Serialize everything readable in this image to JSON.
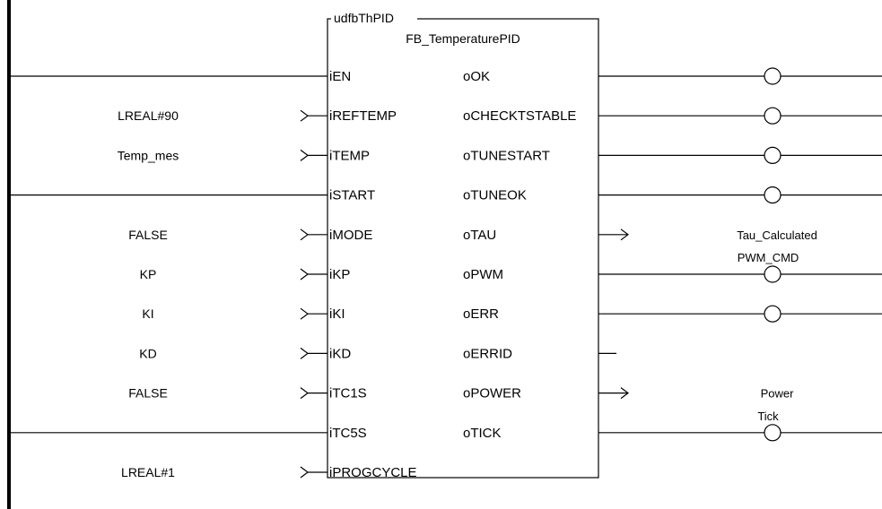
{
  "block": {
    "instance_name": "udfbThPID",
    "type_name": "FB_TemperaturePID"
  },
  "inputs": [
    {
      "pin": "iEN",
      "value": "",
      "kind": "wire"
    },
    {
      "pin": "iREFTEMP",
      "value": "LREAL#90",
      "kind": "var"
    },
    {
      "pin": "iTEMP",
      "value": "Temp_mes",
      "kind": "var"
    },
    {
      "pin": "iSTART",
      "value": "",
      "kind": "wire"
    },
    {
      "pin": "iMODE",
      "value": "FALSE",
      "kind": "var"
    },
    {
      "pin": "iKP",
      "value": "KP",
      "kind": "var"
    },
    {
      "pin": "iKI",
      "value": "KI",
      "kind": "var"
    },
    {
      "pin": "iKD",
      "value": "KD",
      "kind": "var"
    },
    {
      "pin": "iTC1S",
      "value": "FALSE",
      "kind": "var"
    },
    {
      "pin": "iTC5S",
      "value": "",
      "kind": "wire"
    },
    {
      "pin": "iPROGCYCLE",
      "value": "LREAL#1",
      "kind": "var"
    }
  ],
  "outputs": [
    {
      "pin": "oOK",
      "value": "",
      "kind": "coil"
    },
    {
      "pin": "oCHECKTSTABLE",
      "value": "",
      "kind": "coil"
    },
    {
      "pin": "oTUNESTART",
      "value": "",
      "kind": "coil"
    },
    {
      "pin": "oTUNEOK",
      "value": "",
      "kind": "coil"
    },
    {
      "pin": "oTAU",
      "value": "Tau_Calculated",
      "kind": "var"
    },
    {
      "pin": "oPWM",
      "value": "PWM_CMD",
      "kind": "coil"
    },
    {
      "pin": "oERR",
      "value": "",
      "kind": "coil"
    },
    {
      "pin": "oERRID",
      "value": "",
      "kind": "stub"
    },
    {
      "pin": "oPOWER",
      "value": "Power",
      "kind": "var"
    },
    {
      "pin": "oTICK",
      "value": "Tick",
      "kind": "coil"
    }
  ]
}
